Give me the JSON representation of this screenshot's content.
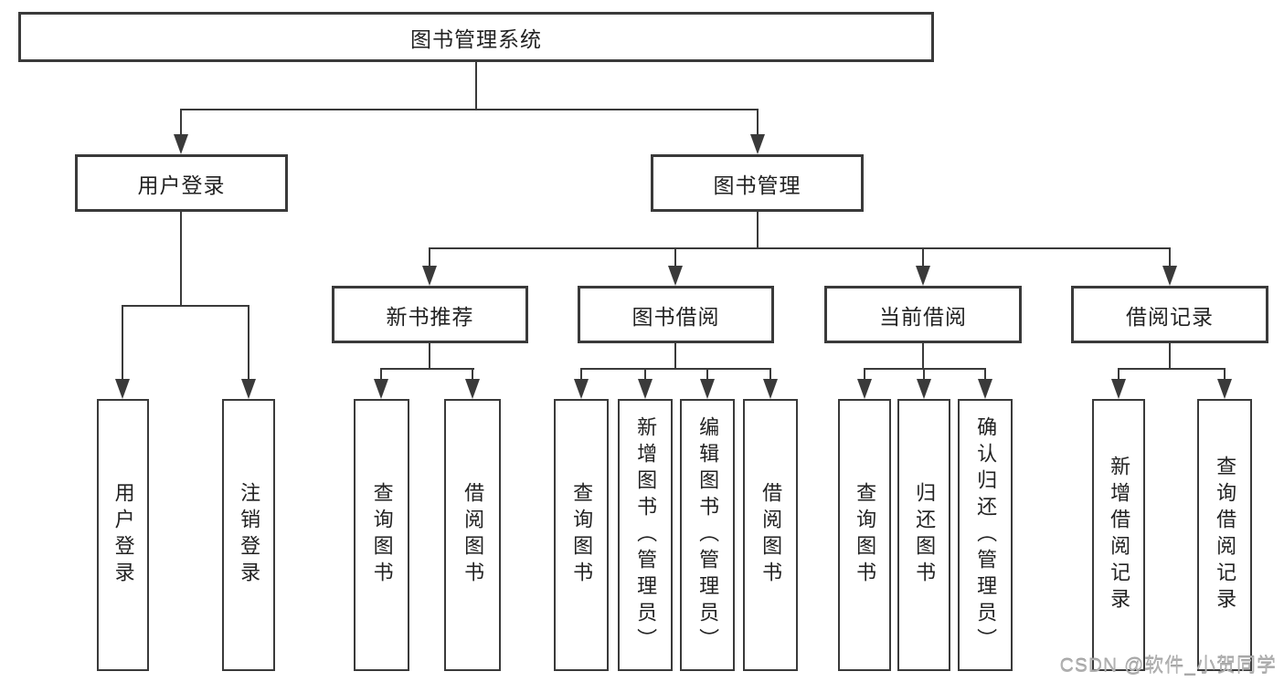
{
  "diagram": {
    "root": {
      "label": "图书管理系统"
    },
    "branches": [
      {
        "label": "用户登录",
        "children": [
          {
            "label": "用户登录"
          },
          {
            "label": "注销登录"
          }
        ]
      },
      {
        "label": "图书管理",
        "sections": [
          {
            "label": "新书推荐",
            "children": [
              {
                "label": "查询图书"
              },
              {
                "label": "借阅图书"
              }
            ]
          },
          {
            "label": "图书借阅",
            "children": [
              {
                "label": "查询图书"
              },
              {
                "label": "新增图书（管理员）"
              },
              {
                "label": "编辑图书（管理员）"
              },
              {
                "label": "借阅图书"
              }
            ]
          },
          {
            "label": "当前借阅",
            "children": [
              {
                "label": "查询图书"
              },
              {
                "label": "归还图书"
              },
              {
                "label": "确认归还（管理员）"
              }
            ]
          },
          {
            "label": "借阅记录",
            "children": [
              {
                "label": "新增借阅记录"
              },
              {
                "label": "查询借阅记录"
              }
            ]
          }
        ]
      }
    ],
    "colors": {
      "line": "#3a3a3a",
      "text": "#222222",
      "watermark": "#b3b3b3"
    },
    "watermark": "CSDN @软件_小贺同学"
  }
}
